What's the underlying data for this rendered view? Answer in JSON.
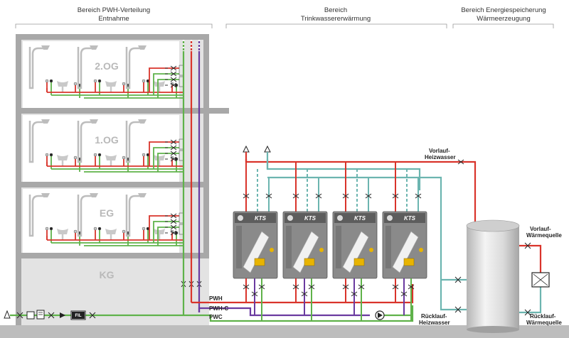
{
  "headers": {
    "pwh_verteilung": [
      "Bereich PWH-Verteilung",
      "Entnahme"
    ],
    "trinkwasser": [
      "Bereich",
      "Trinkwassererwärmung"
    ],
    "energie": [
      "Bereich Energiespeicherung",
      "Wärmeerzeugung"
    ]
  },
  "floors": [
    "2.OG",
    "1.OG",
    "EG",
    "KG"
  ],
  "line_labels": {
    "pwh": "PWH",
    "pwh_c": "PWH-C",
    "pwc": "PWC"
  },
  "heating_labels": {
    "vorlauf_heizwasser": [
      "Vorlauf-",
      "Heizwasser"
    ],
    "ruecklauf_heizwasser": [
      "Rücklauf-",
      "Heizwasser"
    ],
    "vorlauf_waermequelle": [
      "Vorlauf-",
      "Wärmequelle"
    ],
    "ruecklauf_waermequelle": [
      "Rücklauf-",
      "Wärmequelle"
    ]
  },
  "station_brand": "KTS",
  "inline_devices": [
    "FIL"
  ],
  "colors": {
    "hot": "#d9342b",
    "circulation": "#6a3aa0",
    "cold": "#5fb24a",
    "teal": "#6cb5b0",
    "building": "#a8a8a8",
    "station": "#8a8a8a"
  }
}
